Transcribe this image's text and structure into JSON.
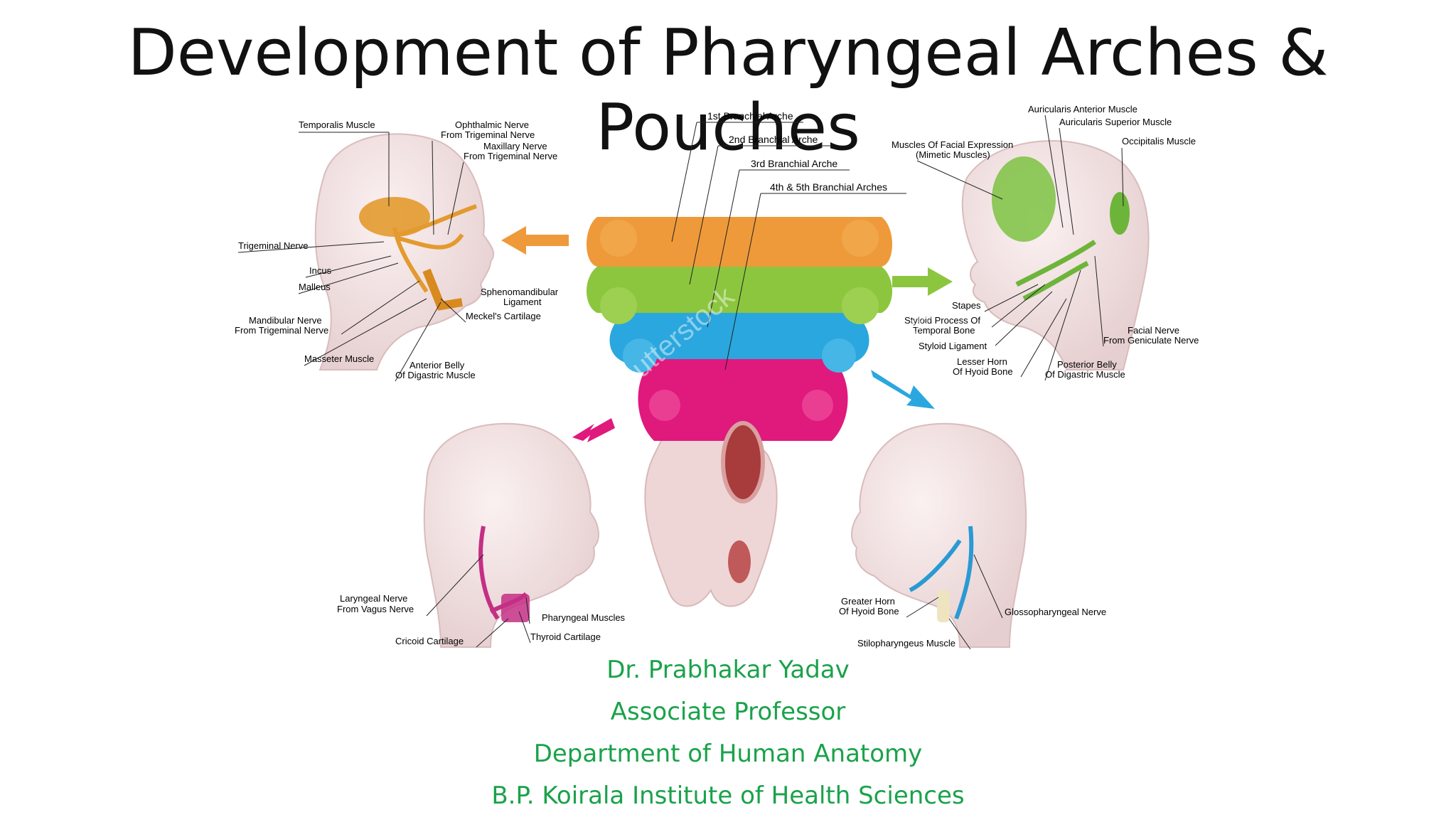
{
  "title": "Development of Pharyngeal Arches & Pouches",
  "arch_labels": {
    "first": "1st Branchial Arche",
    "second": "2nd Branchial Arche",
    "third": "3rd Branchial Arche",
    "fourth_fifth": "4th & 5th Branchial Arches"
  },
  "first_arch_head": {
    "temporalis": "Temporalis Muscle",
    "ophthalmic_1": "Ophthalmic Nerve",
    "ophthalmic_2": "From Trigeminal Nerve",
    "maxillary_1": "Maxillary Nerve",
    "maxillary_2": "From Trigeminal Nerve",
    "trigeminal": "Trigeminal Nerve",
    "incus": "Incus",
    "malleus": "Malleus",
    "spheno_1": "Sphenomandibular",
    "spheno_2": "Ligament",
    "meckel": "Meckel's Cartilage",
    "mandibular_1": "Mandibular Nerve",
    "mandibular_2": "From Trigeminal Nerve",
    "masseter": "Masseter Muscle",
    "digastric_1": "Anterior Belly",
    "digastric_2": "Of Digastric Muscle"
  },
  "second_arch_head": {
    "auric_ant": "Auricularis Anterior Muscle",
    "auric_sup": "Auricularis Superior Muscle",
    "facial_exp_1": "Muscles Of Facial Expression",
    "facial_exp_2": "(Mimetic Muscles)",
    "occipitalis": "Occipitalis Muscle",
    "stapes": "Stapes",
    "styloid_1": "Styloid Process Of",
    "styloid_2": "Temporal Bone",
    "styloid_lig": "Styloid Ligament",
    "lesser_1": "Lesser Horn",
    "lesser_2": "Of Hyoid Bone",
    "posterior_1": "Posterior Belly",
    "posterior_2": "Of Digastric Muscle",
    "facial_nerve_1": "Facial Nerve",
    "facial_nerve_2": "From Geniculate Nerve"
  },
  "fourth_arch_head": {
    "laryngeal_1": "Laryngeal Nerve",
    "laryngeal_2": "From Vagus Nerve",
    "pharyngeal": "Pharyngeal Muscles",
    "thyroid": "Thyroid Cartilage",
    "cricoid": "Cricoid Cartilage"
  },
  "third_arch_head": {
    "greater_1": "Greater Horn",
    "greater_2": "Of Hyoid Bone",
    "glosso": "Glossopharyngeal Nerve",
    "stylo": "Stilopharyngeus Muscle"
  },
  "watermark": "shutterstock",
  "author": {
    "name": "Dr. Prabhakar  Yadav",
    "position": "Associate Professor",
    "department": "Department of Human Anatomy",
    "institute": "B.P. Koirala Institute of Health  Sciences"
  },
  "colors": {
    "arch1": "#ee9a3a",
    "arch2": "#8cc63f",
    "arch3": "#2aa7de",
    "arch4": "#e0197d",
    "skin": "#f3e3e3",
    "author": "#1aa24a"
  }
}
